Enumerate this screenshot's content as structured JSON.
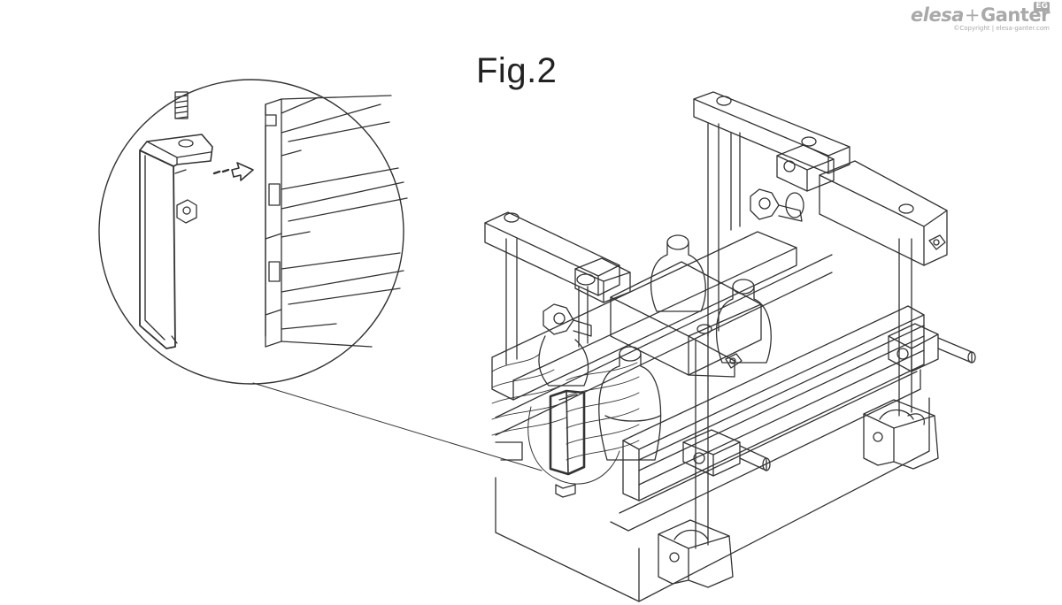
{
  "figure": {
    "title": "Fig.2"
  },
  "logo": {
    "name_part1": "elesa",
    "name_plus": "+",
    "name_part2": "Ganter",
    "badge": "EG",
    "copyright": "©Copyright | elesa-ganter.com"
  },
  "colors": {
    "line": "#333333",
    "logo": "#a9a9a9",
    "background": "#ffffff"
  }
}
